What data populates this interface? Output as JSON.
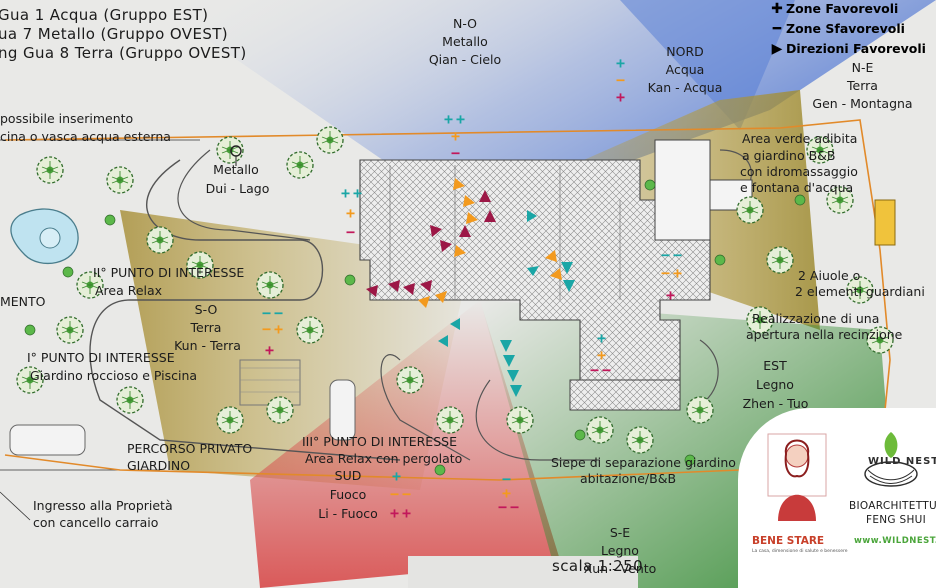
{
  "gruppi": {
    "line1": "Gua 1 Acqua (Gruppo EST)",
    "line2": "ua 7 Metallo (Gruppo OVEST)",
    "line3": "ng Gua 8 Terra (Gruppo OVEST)"
  },
  "legend": {
    "favorevoli": "Zone Favorevoli",
    "sfavorevoli": "Zone Sfavorevoli",
    "direzioni": "Direzioni Favorevoli"
  },
  "sectors": {
    "no": {
      "line1": "N-O",
      "line2": "Metallo",
      "line3": "Qian - Cielo"
    },
    "nord": {
      "line1": "NORD",
      "line2": "Acqua",
      "line3": "Kan - Acqua"
    },
    "ne": {
      "line1": "N-E",
      "line2": "Terra",
      "line3": "Gen - Montagna"
    },
    "ovest": {
      "line1": "Metallo",
      "line2": "Dui - Lago"
    },
    "so": {
      "line1": "S-O",
      "line2": "Terra",
      "line3": "Kun - Terra"
    },
    "sud": {
      "line1": "SUD",
      "line2": "Fuoco",
      "line3": "Li - Fuoco"
    },
    "se": {
      "line1": "S-E",
      "line2": "Legno",
      "line3": "Xun - Vento"
    },
    "est": {
      "line1": "EST",
      "line2": "Legno",
      "line3": "Zhen - Tuo"
    }
  },
  "annotations": {
    "acqua_esterna_1": "possibile inserimento",
    "acqua_esterna_2": "cina o vasca acqua esterna",
    "area_verde_1": "Area verde adibita",
    "area_verde_2": "a giardino B&B",
    "area_verde_3": "con idromassaggio",
    "area_verde_4": "e fontana d'acqua",
    "aiuole_1": "2 Aiuole o",
    "aiuole_2": "2 elementi guardiani",
    "apertura_1": "Realizzazione di una",
    "apertura_2": "apertura nella recinzione",
    "punto2_1": "II° PUNTO DI INTERESSE",
    "punto2_2": "Area Relax",
    "mento": "MENTO",
    "punto1_1": "I° PUNTO DI INTERESSE",
    "punto1_2": "Giardino roccioso e Piscina",
    "percorso_1": "PERCORSO PRIVATO",
    "percorso_2": "GIARDINO",
    "punto3_1": "III° PUNTO DI INTERESSE",
    "punto3_2": "Area Relax con pergolato",
    "ingresso_1": "Ingresso alla Proprietà",
    "ingresso_2": "con cancello carraio",
    "siepe_1": "Siepe di separazione giardino",
    "siepe_2": "abitazione/B&B",
    "scala": "scala 1:250"
  },
  "logos": {
    "bene_stare": "BENE STARE",
    "bene_sub": "La casa, dimensione di salute e benessere",
    "wild_nest": "WILD NEST",
    "bioarch_1": "BIOARCHITETTURA",
    "bioarch_2": "FENG SHUI",
    "url": "www.WILDNEST.IT"
  },
  "colors": {
    "teal": "#1aa6a6",
    "orange": "#f39a1e",
    "magenta": "#c2185b",
    "arrow_red": "#9c1746",
    "north_blue": "#5a7fd6",
    "earth_ochre": "#b79a3a",
    "fire_red": "#d84a4a",
    "wood_green": "#3e8e3a"
  }
}
